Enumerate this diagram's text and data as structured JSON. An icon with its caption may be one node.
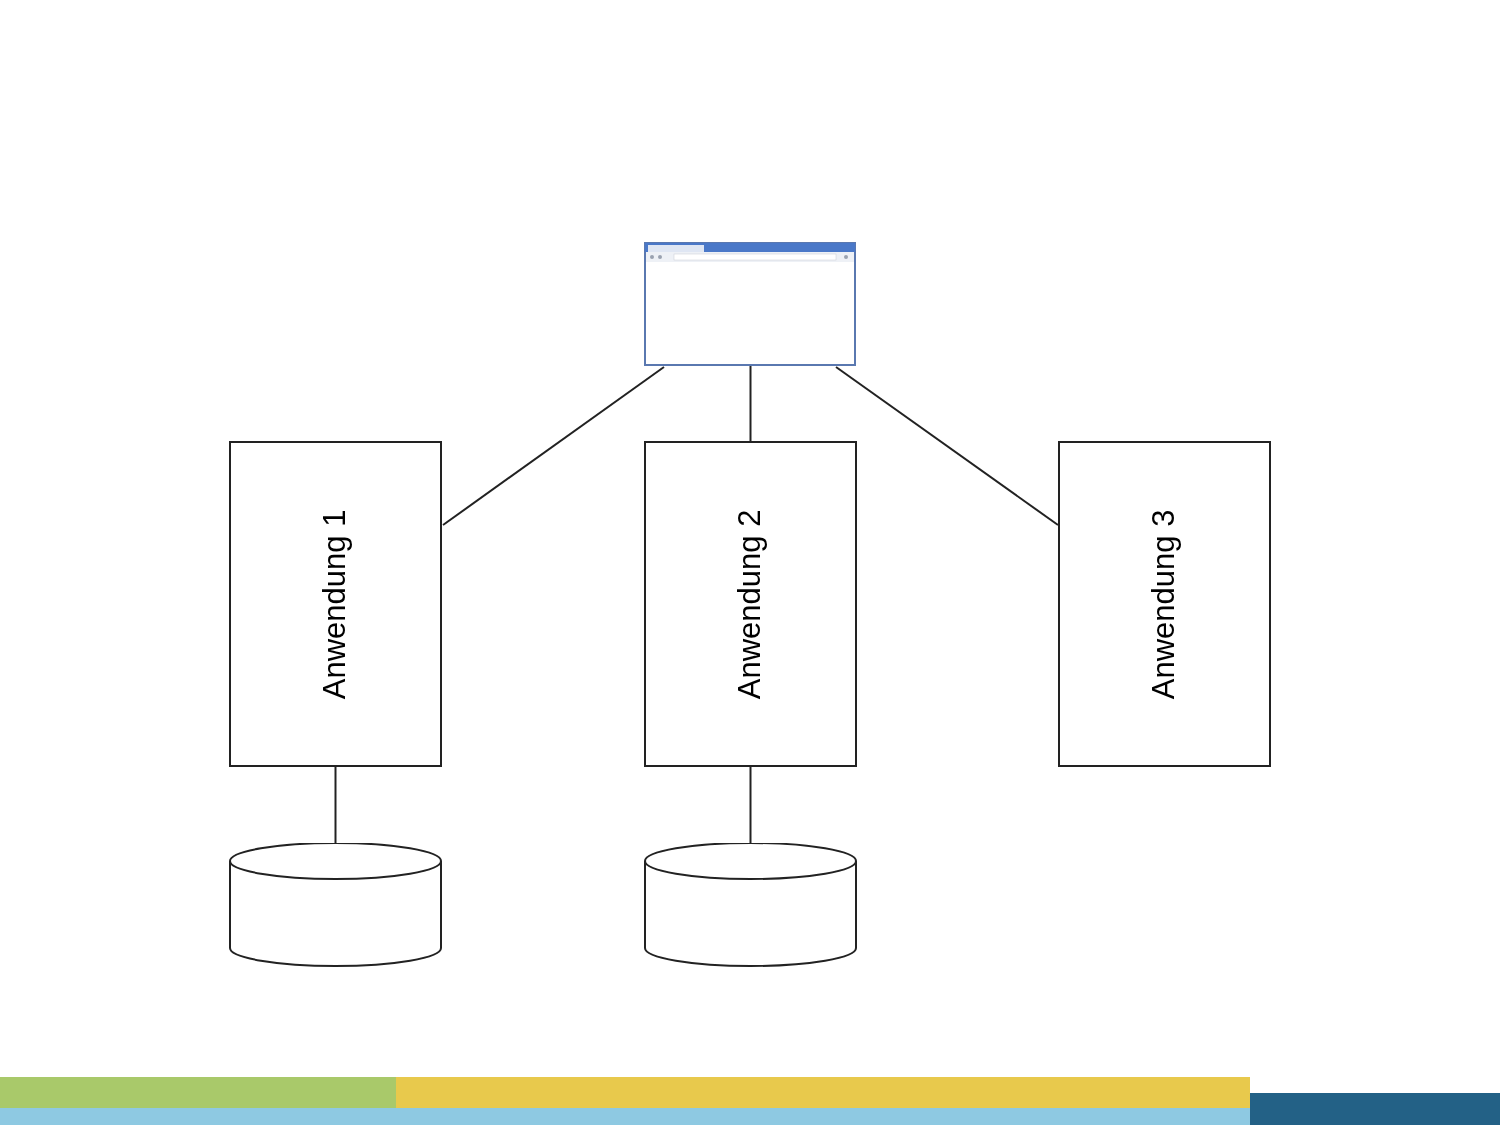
{
  "diagram": {
    "nodes": [
      {
        "text": [],
        "shape": "picture"
      },
      {
        "text": [
          "Anwendung 1"
        ]
      },
      {
        "text": [
          "Anwendung 2"
        ]
      },
      {
        "text": [
          "Anwendung 3"
        ]
      },
      {
        "text": [],
        "shape": "cylinder"
      },
      {
        "text": [],
        "shape": "cylinder"
      }
    ],
    "edges": [
      {
        "from": 0,
        "to": 1,
        "arrow": "none"
      },
      {
        "from": 0,
        "to": 2,
        "arrow": "none"
      },
      {
        "from": 0,
        "to": 3,
        "arrow": "none"
      },
      {
        "from": 1,
        "to": 4,
        "arrow": "none"
      },
      {
        "from": 2,
        "to": 5,
        "arrow": "none"
      }
    ]
  }
}
